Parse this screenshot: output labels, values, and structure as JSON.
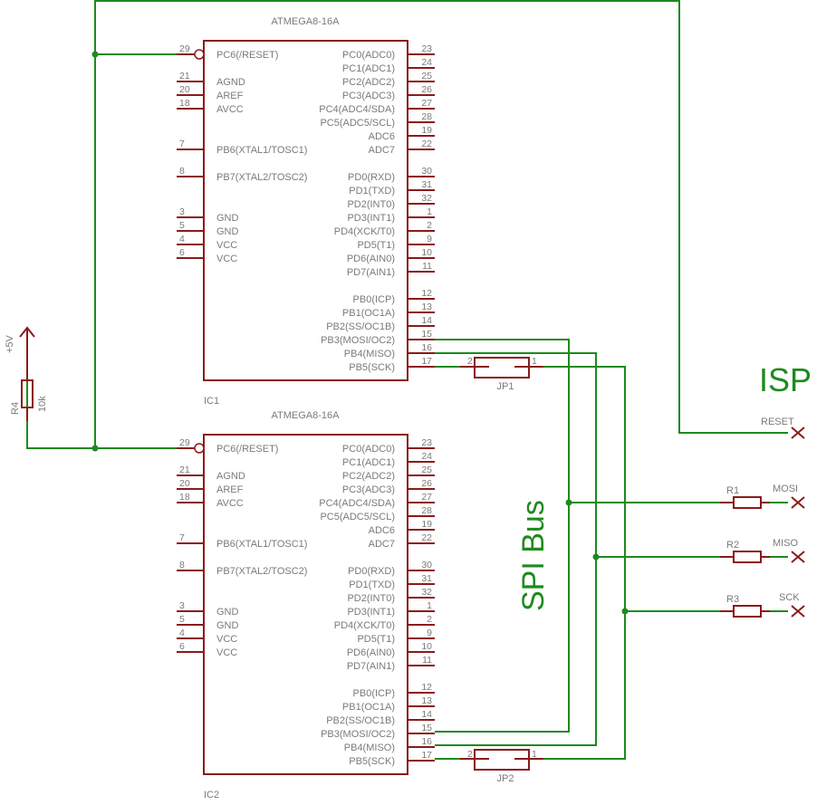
{
  "colors": {
    "wire": "#1e8a1e",
    "component": "#8b1a1a",
    "label": "#7a7a7a"
  },
  "ics": [
    {
      "name": "IC1",
      "part": "ATMEGA8-16A",
      "left_pins": [
        {
          "num": "29",
          "label": "PC6(/RESET)",
          "inverted": true
        },
        {
          "num": "21",
          "label": "AGND"
        },
        {
          "num": "20",
          "label": "AREF"
        },
        {
          "num": "18",
          "label": "AVCC"
        },
        {
          "num": "7",
          "label": "PB6(XTAL1/TOSC1)"
        },
        {
          "num": "8",
          "label": "PB7(XTAL2/TOSC2)"
        },
        {
          "num": "3",
          "label": "GND"
        },
        {
          "num": "5",
          "label": "GND"
        },
        {
          "num": "4",
          "label": "VCC"
        },
        {
          "num": "6",
          "label": "VCC"
        }
      ],
      "right_pins": [
        {
          "num": "23",
          "label": "PC0(ADC0)"
        },
        {
          "num": "24",
          "label": "PC1(ADC1)"
        },
        {
          "num": "25",
          "label": "PC2(ADC2)"
        },
        {
          "num": "26",
          "label": "PC3(ADC3)"
        },
        {
          "num": "27",
          "label": "PC4(ADC4/SDA)"
        },
        {
          "num": "28",
          "label": "PC5(ADC5/SCL)"
        },
        {
          "num": "19",
          "label": "ADC6"
        },
        {
          "num": "22",
          "label": "ADC7"
        },
        {
          "num": "30",
          "label": "PD0(RXD)"
        },
        {
          "num": "31",
          "label": "PD1(TXD)"
        },
        {
          "num": "32",
          "label": "PD2(INT0)"
        },
        {
          "num": "1",
          "label": "PD3(INT1)"
        },
        {
          "num": "2",
          "label": "PD4(XCK/T0)"
        },
        {
          "num": "9",
          "label": "PD5(T1)"
        },
        {
          "num": "10",
          "label": "PD6(AIN0)"
        },
        {
          "num": "11",
          "label": "PD7(AIN1)"
        },
        {
          "num": "12",
          "label": "PB0(ICP)"
        },
        {
          "num": "13",
          "label": "PB1(OC1A)"
        },
        {
          "num": "14",
          "label": "PB2(SS/OC1B)"
        },
        {
          "num": "15",
          "label": "PB3(MOSI/OC2)"
        },
        {
          "num": "16",
          "label": "PB4(MISO)"
        },
        {
          "num": "17",
          "label": "PB5(SCK)"
        }
      ]
    },
    {
      "name": "IC2",
      "part": "ATMEGA8-16A"
    }
  ],
  "jumpers": [
    {
      "name": "JP1",
      "pin_left": "2",
      "pin_right": "1"
    },
    {
      "name": "JP2",
      "pin_left": "2",
      "pin_right": "1"
    }
  ],
  "pullup": {
    "name": "R4",
    "value": "10k",
    "supply": "+5V"
  },
  "isp": {
    "title": "ISP",
    "signals": [
      {
        "name": "RESET",
        "resistor": ""
      },
      {
        "name": "MOSI",
        "resistor": "R1"
      },
      {
        "name": "MISO",
        "resistor": "R2"
      },
      {
        "name": "SCK",
        "resistor": "R3"
      }
    ]
  },
  "bus_label": "SPI Bus"
}
